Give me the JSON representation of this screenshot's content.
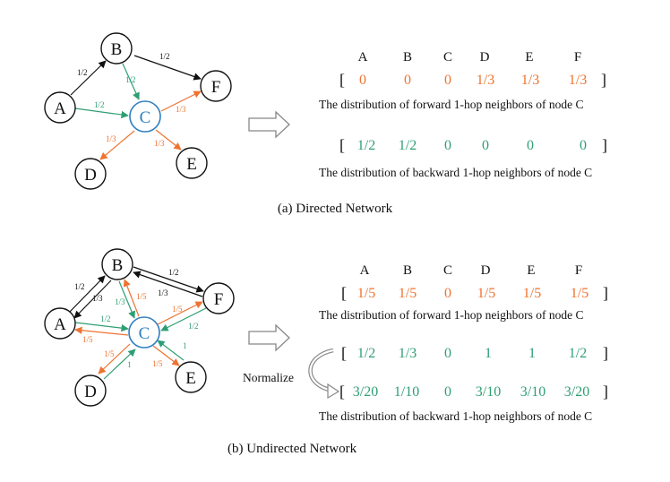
{
  "colors": {
    "black": "#111111",
    "green": "#2e9e73",
    "orange": "#ee7330",
    "blue": "#2f7fc0",
    "arrow_gray": "#888888"
  },
  "directed": {
    "caption": "(a) Directed Network",
    "nodes": {
      "A": "A",
      "B": "B",
      "C": "C",
      "D": "D",
      "E": "E",
      "F": "F"
    },
    "edge_labels": {
      "AB": "1/2",
      "BF": "1/2",
      "BC": "1/2",
      "AC": "1/2",
      "CF": "1/3",
      "CD": "1/3",
      "CE": "1/3"
    },
    "headers": [
      "A",
      "B",
      "C",
      "D",
      "E",
      "F"
    ],
    "forward_values": [
      "0",
      "0",
      "0",
      "1/3",
      "1/3",
      "1/3"
    ],
    "backward_values": [
      "1/2",
      "1/2",
      "0",
      "0",
      "0",
      "0"
    ],
    "forward_caption": "The distribution of  forward 1-hop neighbors of node C",
    "backward_caption": "The distribution of  backward 1-hop neighbors of node C"
  },
  "undirected": {
    "caption": "(b) Undirected Network",
    "nodes": {
      "A": "A",
      "B": "B",
      "C": "C",
      "D": "D",
      "E": "E",
      "F": "F"
    },
    "edge_labels": {
      "AB_top": "1/2",
      "AB_bottom": "1/3",
      "BF_top": "1/2",
      "BF_bottom": "1/3",
      "BC_orange": "1/5",
      "BC_green": "1/3",
      "AC_green": "1/2",
      "AC_orange": "1/5",
      "CF_orange": "1/5",
      "CF_green": "1/2",
      "CD_orange": "1/5",
      "CD_green": "1",
      "CE_orange": "1/5",
      "CE_green": "1"
    },
    "headers": [
      "A",
      "B",
      "C",
      "D",
      "E",
      "F"
    ],
    "forward_values": [
      "1/5",
      "1/5",
      "0",
      "1/5",
      "1/5",
      "1/5"
    ],
    "backward_raw_values": [
      "1/2",
      "1/3",
      "0",
      "1",
      "1",
      "1/2"
    ],
    "backward_values": [
      "3/20",
      "1/10",
      "0",
      "3/10",
      "3/10",
      "3/20"
    ],
    "normalize_label": "Normalize",
    "forward_caption": "The distribution of  forward 1-hop neighbors of node C",
    "backward_caption": "The distribution of  backward 1-hop neighbors of node C"
  },
  "brackets": {
    "open": "[",
    "close": "]"
  }
}
